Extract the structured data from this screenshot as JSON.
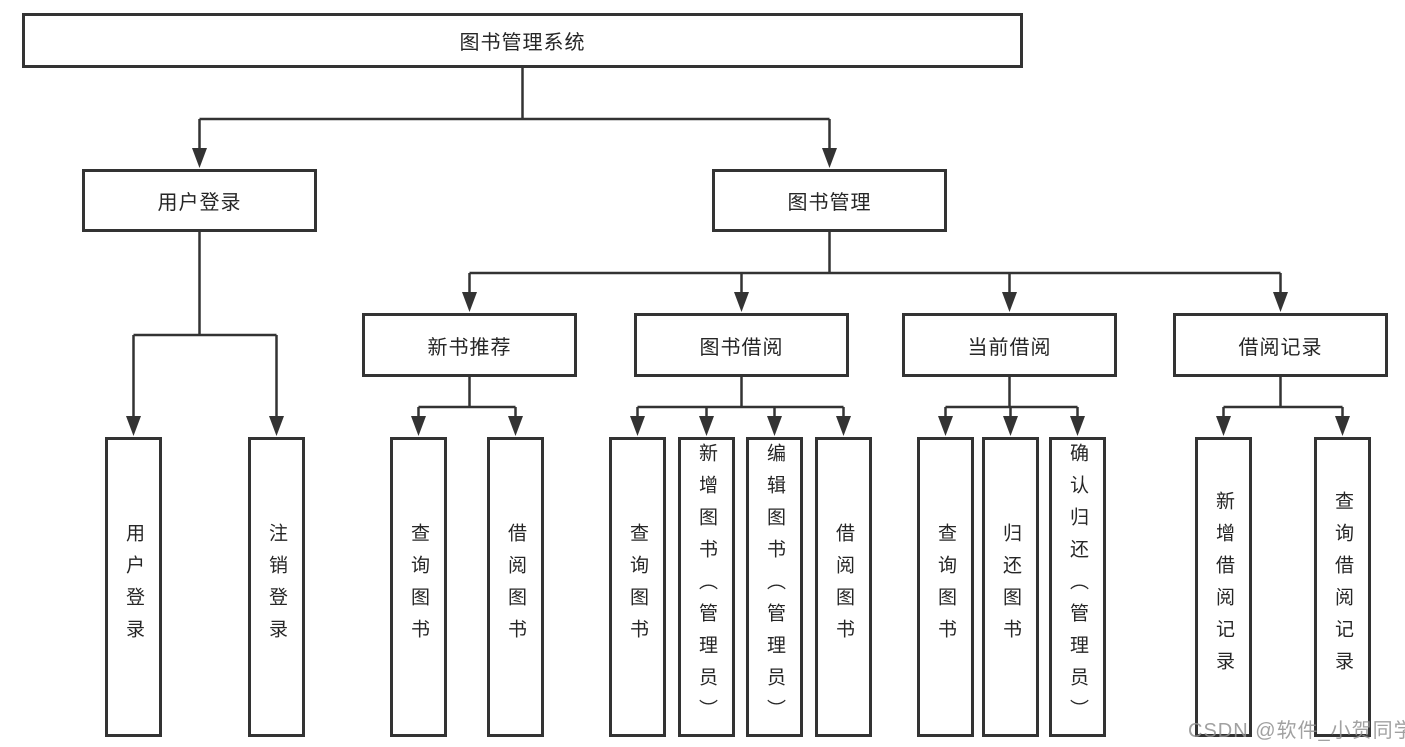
{
  "diagram_title": "图书管理系统",
  "hierarchy": {
    "label": "图书管理系统",
    "children": [
      {
        "label": "用户登录",
        "children": [
          {
            "label": "用户登录"
          },
          {
            "label": "注销登录"
          }
        ]
      },
      {
        "label": "图书管理",
        "children": [
          {
            "label": "新书推荐",
            "children": [
              {
                "label": "查询图书"
              },
              {
                "label": "借阅图书"
              }
            ]
          },
          {
            "label": "图书借阅",
            "children": [
              {
                "label": "查询图书"
              },
              {
                "label": "新增图书（管理员）"
              },
              {
                "label": "编辑图书（管理员）"
              },
              {
                "label": "借阅图书"
              }
            ]
          },
          {
            "label": "当前借阅",
            "children": [
              {
                "label": "查询图书"
              },
              {
                "label": "归还图书"
              },
              {
                "label": "确认归还（管理员）"
              }
            ]
          },
          {
            "label": "借阅记录",
            "children": [
              {
                "label": "新增借阅记录"
              },
              {
                "label": "查询借阅记录"
              }
            ]
          }
        ]
      }
    ]
  },
  "watermark": {
    "text": "CSDN @软件_小贺同学"
  },
  "colors": {
    "line": "#333333",
    "box_border": "#333333",
    "box_background": "#ffffff",
    "text": "#262626",
    "watermark": "#919191",
    "background": "#ffffff"
  }
}
